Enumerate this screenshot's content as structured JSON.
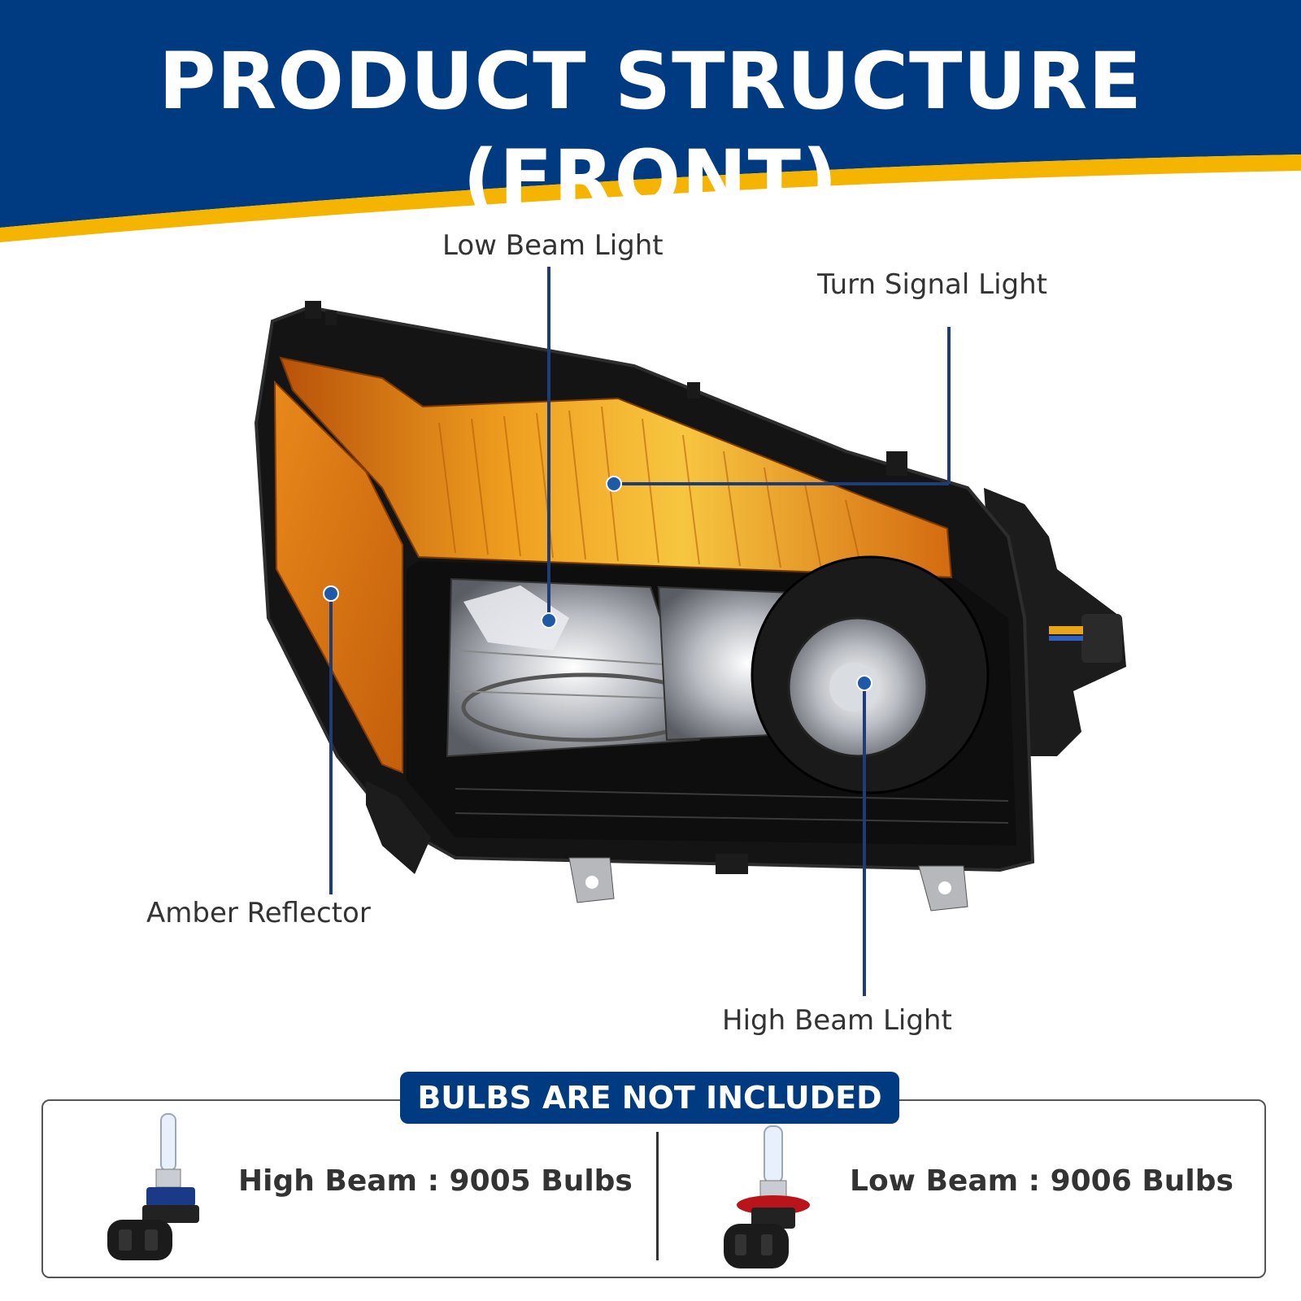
{
  "header": {
    "title": "PRODUCT STRUCTURE (FRONT)",
    "band_color": "#003a80",
    "stripe_color": "#f5b400"
  },
  "callouts": {
    "low_beam": "Low Beam Light",
    "turn_signal": "Turn Signal Light",
    "amber_reflector": "Amber Reflector",
    "high_beam": "High Beam Light"
  },
  "bulbs": {
    "notice": "BULBS ARE NOT INCLUDED",
    "high_beam": {
      "label": "High Beam :  9005 Bulbs"
    },
    "low_beam": {
      "label": "Low Beam : 9006  Bulbs"
    }
  },
  "colors": {
    "amber": "#e07a10",
    "housing": "#141414",
    "callout_line": "#1e3c78"
  }
}
